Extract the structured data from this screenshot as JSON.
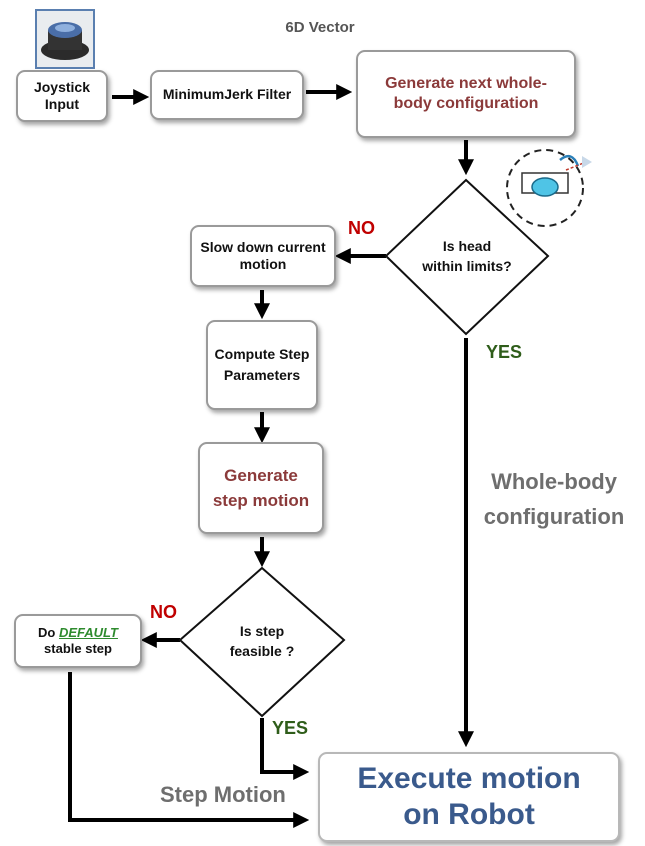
{
  "nodes": {
    "joystick": "Joystick Input",
    "minjerk": "MinimumJerk Filter",
    "vector_label": "6D Vector",
    "generate_config": "Generate next whole-body configuration",
    "head_decision": "Is head within limits?",
    "slow_down": "Slow down current motion",
    "compute_step": "Compute Step Parameters",
    "generate_step": "Generate step motion",
    "step_decision": "Is step feasible ?",
    "default_prefix": "Do",
    "default_word": "DEFAULT",
    "default_suffix": "stable step",
    "execute": "Execute motion on Robot"
  },
  "labels": {
    "no1": "NO",
    "yes1": "YES",
    "no2": "NO",
    "yes2": "YES",
    "wholebody": "Whole-body configuration",
    "step_motion": "Step Motion"
  },
  "colors": {
    "accent_red": "#8b3a3a",
    "execute_blue": "#3a5a8c",
    "no_red": "#c00000",
    "yes_green": "#2f5d1a",
    "default_green": "#2e8b2e"
  }
}
